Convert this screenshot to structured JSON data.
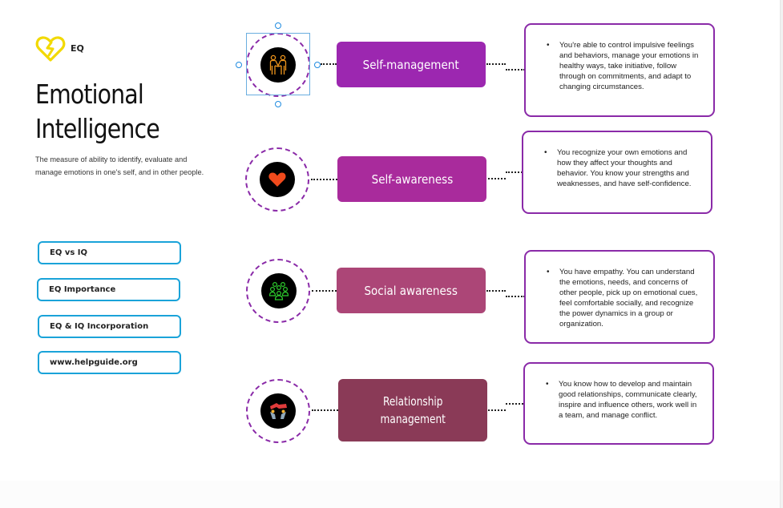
{
  "header": {
    "logo_icon": "broken-heart-bolt-icon",
    "logo_label": "EQ",
    "title_line1": "Emotional",
    "title_line2": "Intelligence",
    "subtitle": "The measure of ability to identify, evaluate and manage emotions in one's self, and in other people."
  },
  "nav": [
    {
      "label": "EQ vs IQ"
    },
    {
      "label": "EQ Importance"
    },
    {
      "label": "EQ & IQ Incorporation"
    },
    {
      "label": "www.helpguide.org"
    }
  ],
  "components": [
    {
      "label": "Self-management",
      "icon": "handshake-people-icon",
      "color": "#9c27b0",
      "description": "You're able to control impulsive feelings and behaviors, manage your emotions in healthy ways, take initiative, follow through on commitments, and adapt to changing circumstances.",
      "selected": true
    },
    {
      "label": "Self-awareness",
      "icon": "heart-icon",
      "color": "#a92b9c",
      "description": "You recognize your own emotions and how they affect your thoughts and behavior. You know your strengths and weaknesses, and have self-confidence.",
      "selected": false
    },
    {
      "label": "Social awareness",
      "icon": "group-people-icon",
      "color": "#ac4677",
      "description": "You have empathy. You can understand the emotions, needs, and concerns of other people, pick up on emotional cues, feel comfortable socially, and recognize the power dynamics in a group or organization.",
      "selected": false
    },
    {
      "label_line1": "Relationship",
      "label_line2": "management",
      "icon": "hands-banner-icon",
      "color": "#8a3a57",
      "description": "You know how to develop and maintain good relationships, communicate clearly, inspire and influence others, work well in a team, and manage conflict.",
      "selected": false
    }
  ],
  "colors": {
    "ring_border": "#8a2aa8",
    "desc_border": "#8a2aa8",
    "nav_border": "#1aa3d9",
    "logo": "#f2d900",
    "selection": "#1f8be0"
  }
}
